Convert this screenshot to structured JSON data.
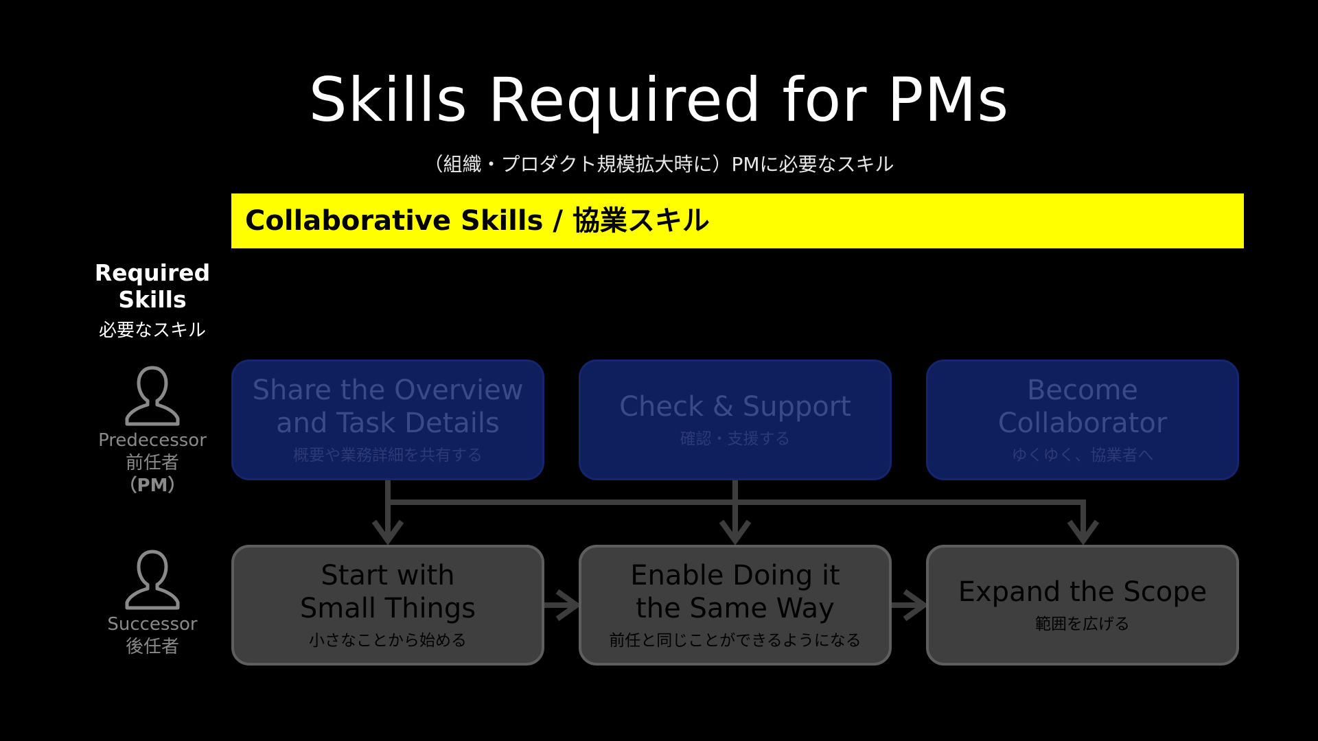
{
  "title": "Skills Required for PMs",
  "subtitle": "（組織・プロダクト規模拡大時に）PMに必要なスキル",
  "banner": {
    "label": "Collaborative Skills / 協業スキル",
    "color": "#ffff00"
  },
  "required_skills": {
    "title": "Required\nSkills",
    "jp": "必要なスキル"
  },
  "roles": {
    "predecessor": {
      "icon": "person-outline-icon",
      "label_en": "Predecessor",
      "label_jp": "前任者",
      "label_tag": "（PM）"
    },
    "successor": {
      "icon": "person-outline-icon",
      "label_en": "Successor",
      "label_jp": "後任者"
    }
  },
  "predecessor_steps": [
    {
      "title": "Share the Overview\nand Task Details",
      "sub": "概要や業務詳細を共有する"
    },
    {
      "title": "Check & Support",
      "sub": "確認・支援する"
    },
    {
      "title": "Become\nCollaborator",
      "sub": "ゆくゆく、協業者へ"
    }
  ],
  "successor_steps": [
    {
      "title": "Start with\nSmall Things",
      "sub": "小さなことから始める"
    },
    {
      "title": "Enable Doing it\nthe Same Way",
      "sub": "前任と同じことができるようになる"
    },
    {
      "title": "Expand the Scope",
      "sub": "範囲を広げる"
    }
  ],
  "colors": {
    "background": "#000000",
    "predecessor_box": "#0f1e5c",
    "successor_box": "#3f3f3f",
    "connector": "#3d3d3d"
  }
}
